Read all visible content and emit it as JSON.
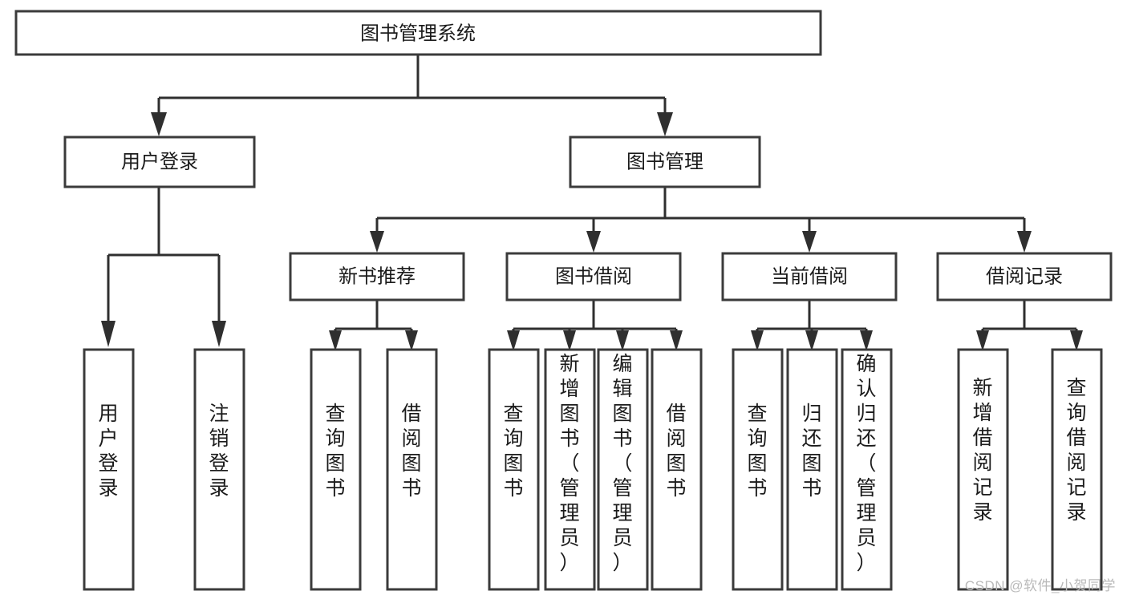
{
  "diagram": {
    "title": "图书管理系统",
    "type": "tree",
    "watermark": "CSDN @软件_小贺同学",
    "colors": {
      "box_stroke": "#3b3b3b",
      "connector": "#2f2f2f",
      "background": "#ffffff",
      "text": "#1b1b1b",
      "watermark": "#b9b9b9"
    },
    "root": {
      "label": "图书管理系统"
    },
    "level2": [
      {
        "label": "用户登录"
      },
      {
        "label": "图书管理"
      }
    ],
    "level3": [
      {
        "label": "新书推荐"
      },
      {
        "label": "图书借阅"
      },
      {
        "label": "当前借阅"
      },
      {
        "label": "借阅记录"
      }
    ],
    "leaves": {
      "user_login": [
        {
          "label": "用户登录"
        },
        {
          "label": "注销登录"
        }
      ],
      "new_book_recommend": [
        {
          "label": "查询图书"
        },
        {
          "label": "借阅图书"
        }
      ],
      "book_borrow": [
        {
          "label": "查询图书"
        },
        {
          "label": "新增图书（管理员）"
        },
        {
          "label": "编辑图书（管理员）"
        },
        {
          "label": "借阅图书"
        }
      ],
      "current_borrow": [
        {
          "label": "查询图书"
        },
        {
          "label": "归还图书"
        },
        {
          "label": "确认归还（管理员）"
        }
      ],
      "borrow_record": [
        {
          "label": "新增借阅记录"
        },
        {
          "label": "查询借阅记录"
        }
      ]
    }
  }
}
